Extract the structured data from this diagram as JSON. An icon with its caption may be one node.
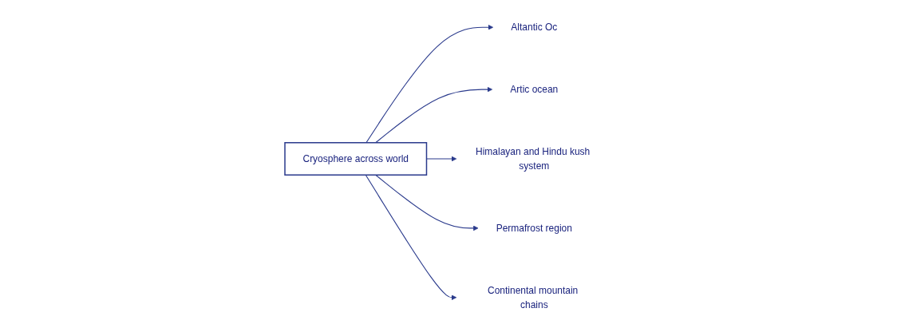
{
  "diagram": {
    "nodes": [
      {
        "text": [
          "Cryosphere across world"
        ]
      },
      {
        "text": [
          "Altantic Oc"
        ]
      },
      {
        "text": [
          "Artic ocean"
        ]
      },
      {
        "text": [
          "Himalayan and Hindu kush system"
        ]
      },
      {
        "text": [
          "Permafrost region"
        ]
      },
      {
        "text": [
          "Continental mountain chains"
        ]
      }
    ],
    "edges": [
      {
        "from": 0,
        "to": 1,
        "arrow": "to"
      },
      {
        "from": 0,
        "to": 2,
        "arrow": "to"
      },
      {
        "from": 0,
        "to": 3,
        "arrow": "to"
      },
      {
        "from": 0,
        "to": 4,
        "arrow": "to"
      },
      {
        "from": 0,
        "to": 5,
        "arrow": "to"
      }
    ]
  }
}
